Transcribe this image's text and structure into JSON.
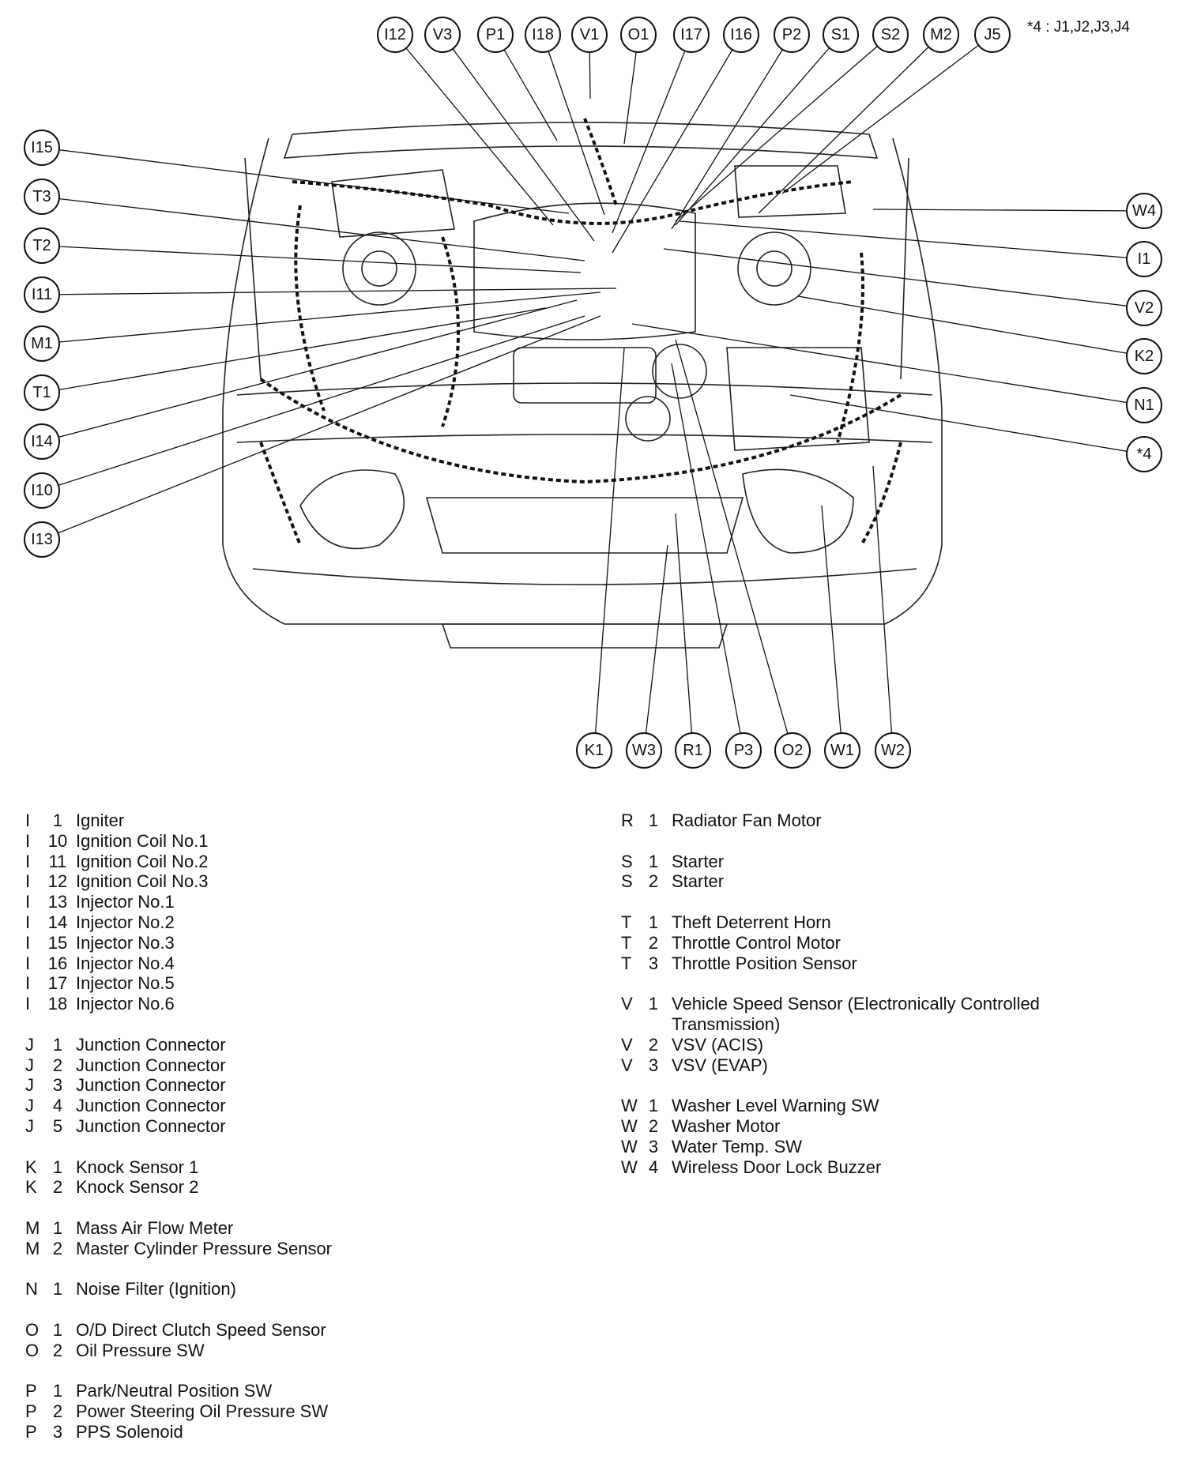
{
  "note": "*4 : J1,J2,J3,J4",
  "callouts": {
    "top": [
      "I12",
      "V3",
      "P1",
      "I18",
      "V1",
      "O1",
      "I17",
      "I16",
      "P2",
      "S1",
      "S2",
      "M2",
      "J5"
    ],
    "left": [
      "I15",
      "T3",
      "T2",
      "I11",
      "M1",
      "T1",
      "I14",
      "I10",
      "I13"
    ],
    "right": [
      "W4",
      "I1",
      "V2",
      "K2",
      "N1",
      "*4"
    ],
    "bottom": [
      "K1",
      "W3",
      "R1",
      "P3",
      "O2",
      "W1",
      "W2"
    ]
  },
  "legend_left": [
    [
      [
        "I",
        "1",
        "Igniter"
      ],
      [
        "I",
        "10",
        "Ignition Coil No.1"
      ],
      [
        "I",
        "11",
        "Ignition Coil No.2"
      ],
      [
        "I",
        "12",
        "Ignition Coil No.3"
      ],
      [
        "I",
        "13",
        "Injector No.1"
      ],
      [
        "I",
        "14",
        "Injector No.2"
      ],
      [
        "I",
        "15",
        "Injector No.3"
      ],
      [
        "I",
        "16",
        "Injector No.4"
      ],
      [
        "I",
        "17",
        "Injector No.5"
      ],
      [
        "I",
        "18",
        "Injector No.6"
      ]
    ],
    [
      [
        "J",
        "1",
        "Junction Connector"
      ],
      [
        "J",
        "2",
        "Junction Connector"
      ],
      [
        "J",
        "3",
        "Junction Connector"
      ],
      [
        "J",
        "4",
        "Junction Connector"
      ],
      [
        "J",
        "5",
        "Junction Connector"
      ]
    ],
    [
      [
        "K",
        "1",
        "Knock Sensor 1"
      ],
      [
        "K",
        "2",
        "Knock Sensor 2"
      ]
    ],
    [
      [
        "M",
        "1",
        "Mass Air Flow Meter"
      ],
      [
        "M",
        "2",
        "Master Cylinder Pressure Sensor"
      ]
    ],
    [
      [
        "N",
        "1",
        "Noise Filter (Ignition)"
      ]
    ],
    [
      [
        "O",
        "1",
        "O/D Direct Clutch Speed Sensor"
      ],
      [
        "O",
        "2",
        "Oil Pressure SW"
      ]
    ],
    [
      [
        "P",
        "1",
        "Park/Neutral Position SW"
      ],
      [
        "P",
        "2",
        "Power Steering Oil Pressure SW"
      ],
      [
        "P",
        "3",
        "PPS Solenoid"
      ]
    ]
  ],
  "legend_right": [
    [
      [
        "R",
        "1",
        "Radiator Fan Motor"
      ]
    ],
    [
      [
        "S",
        "1",
        "Starter"
      ],
      [
        "S",
        "2",
        "Starter"
      ]
    ],
    [
      [
        "T",
        "1",
        "Theft Deterrent Horn"
      ],
      [
        "T",
        "2",
        "Throttle Control Motor"
      ],
      [
        "T",
        "3",
        "Throttle Position Sensor"
      ]
    ],
    [
      [
        "V",
        "1",
        "Vehicle Speed Sensor (Electronically Controlled"
      ],
      [
        "",
        "",
        "Transmission)"
      ],
      [
        "V",
        "2",
        "VSV (ACIS)"
      ],
      [
        "V",
        "3",
        "VSV (EVAP)"
      ]
    ],
    [
      [
        "W",
        "1",
        "Washer Level Warning SW"
      ],
      [
        "W",
        "2",
        "Washer Motor"
      ],
      [
        "W",
        "3",
        "Water Temp. SW"
      ],
      [
        "W",
        "4",
        "Wireless Door Lock Buzzer"
      ]
    ]
  ]
}
